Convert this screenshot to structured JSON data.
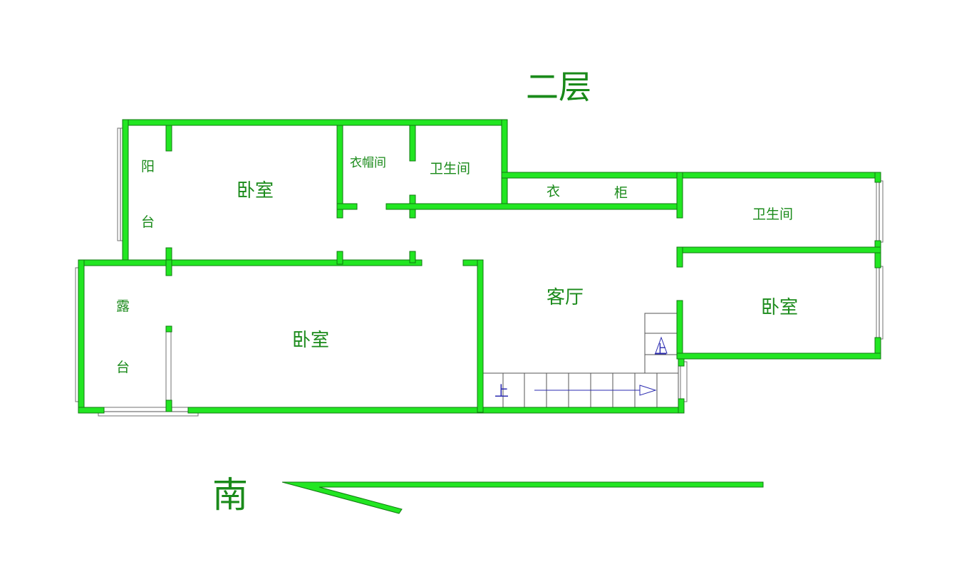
{
  "floor_title": "二层",
  "direction_label": "南",
  "rooms": {
    "balcony_1": "阳",
    "balcony_2": "台",
    "bedroom_top_left": "卧室",
    "cloakroom": "衣帽间",
    "bathroom_top": "卫生间",
    "wardrobe_1": "衣",
    "wardrobe_2": "柜",
    "bathroom_right": "卫生间",
    "terrace_1": "露",
    "terrace_2": "台",
    "bedroom_bottom_left": "卧室",
    "living_room": "客厅",
    "bedroom_right": "卧室"
  },
  "stairs": {
    "up_label": "上",
    "landing_label": "上"
  },
  "colors": {
    "wall_fill": "#22e622",
    "wall_stroke": "#107a10",
    "text": "#1a8a1a",
    "stair_text": "#2b2bb0"
  }
}
